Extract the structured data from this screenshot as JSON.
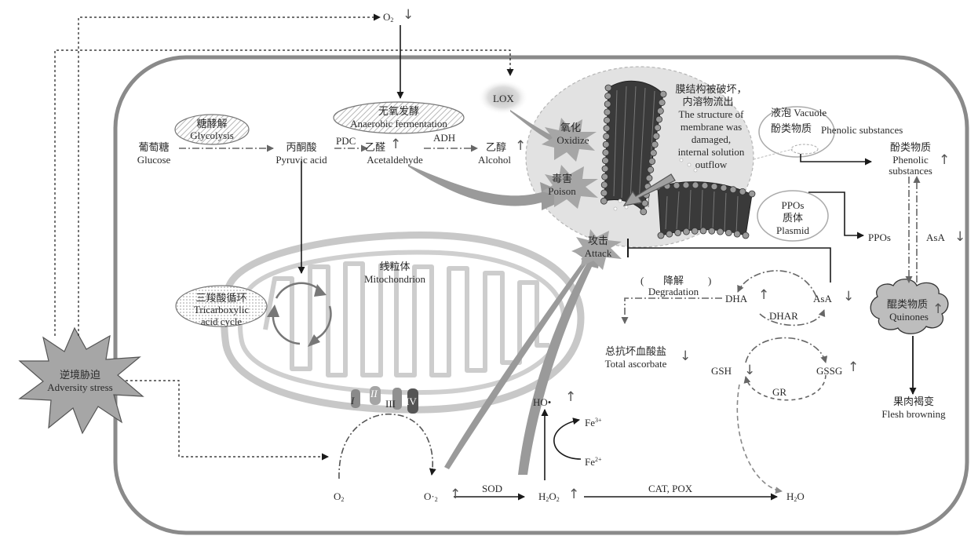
{
  "labels": {
    "o2_top": "O",
    "o2_top_sub": "2",
    "lox": "LOX",
    "glycolysis_zh": "糖酵解",
    "glycolysis_en": "Glycolysis",
    "anaerobic_zh": "无氧发酵",
    "anaerobic_en": "Anaerobic fermentation",
    "glucose_zh": "葡萄糖",
    "glucose_en": "Glucose",
    "pyruvic_zh": "丙酮酸",
    "pyruvic_en": "Pyruvic acid",
    "pdc": "PDC",
    "acetaldehyde_zh": "乙醛",
    "acetaldehyde_en": "Acetaldehyde",
    "adh": "ADH",
    "alcohol_zh": "乙醇",
    "alcohol_en": "Alcohol",
    "oxidize_zh": "氧化",
    "oxidize_en": "Oxidize",
    "poison_zh": "毒害",
    "poison_en": "Poison",
    "membrane_zh1": "膜结构被破坏，",
    "membrane_zh2": "内溶物流出",
    "membrane_en1": "The structure of",
    "membrane_en2": "membrane was",
    "membrane_en3": "damaged,",
    "membrane_en4": "internal solution",
    "membrane_en5": "outflow",
    "vacuole": "液泡 Vacuole",
    "phenolic_in_vacuole_zh": "酚类物质",
    "phenolic_in_vacuole_en": "Phenolic substances",
    "phenolic_out_zh": "酚类物质",
    "phenolic_out_en1": "Phenolic",
    "phenolic_out_en2": "substances",
    "ppos_en": "PPOs",
    "plasmid_zh": "质体",
    "plasmid_en": "Plasmid",
    "ppos_out": "PPOs",
    "asa_right": "AsA",
    "attack_zh": "攻击",
    "attack_en": "Attack",
    "mito_zh": "线粒体",
    "mito_en": "Mitochondrion",
    "tca_zh": "三羧酸循环",
    "tca_en1": "Tricarboxylic",
    "tca_en2": "acid cycle",
    "degradation_zh": "降解",
    "degradation_en": "Degradation",
    "dha": "DHA",
    "asa": "AsA",
    "dhar": "DHAR",
    "total_asc_zh": "总抗坏血酸盐",
    "total_asc_en": "Total ascorbate",
    "quinones_zh": "醌类物质",
    "quinones_en": "Quinones",
    "browning_zh": "果肉褐变",
    "browning_en": "Flesh browning",
    "adversity_zh": "逆境胁迫",
    "adversity_en": "Adversity stress",
    "complex_1": "I",
    "complex_2": "II",
    "complex_3": "III",
    "complex_4": "IV",
    "gsh": "GSH",
    "gssg": "GSSG",
    "gr": "GR",
    "ho": "HO•",
    "fe3": "Fe",
    "fe3_sup": "3+",
    "fe2": "Fe",
    "fe2_sup": "2+",
    "o2_bottom": "O",
    "o2_bottom_sub": "2",
    "superoxide": "O·",
    "superoxide_sub": "2",
    "sod": "SOD",
    "h2o2_h": "H",
    "h2o2_sub1": "2",
    "h2o2_o": "O",
    "h2o2_sub2": "2",
    "cat_pox": "CAT, POX",
    "h2o_h": "H",
    "h2o_sub": "2",
    "h2o_o": "O",
    "up": "↑",
    "down": "↓"
  },
  "colors": {
    "cell_border": "#8a8a8a",
    "mito_stroke": "#c9c9c9",
    "dark_arrow": "#1a1a1a",
    "dashdot_arrow": "#666666",
    "fan_arrow": "#9a9a9a",
    "vacuole_fill": "#e3e3e3"
  }
}
